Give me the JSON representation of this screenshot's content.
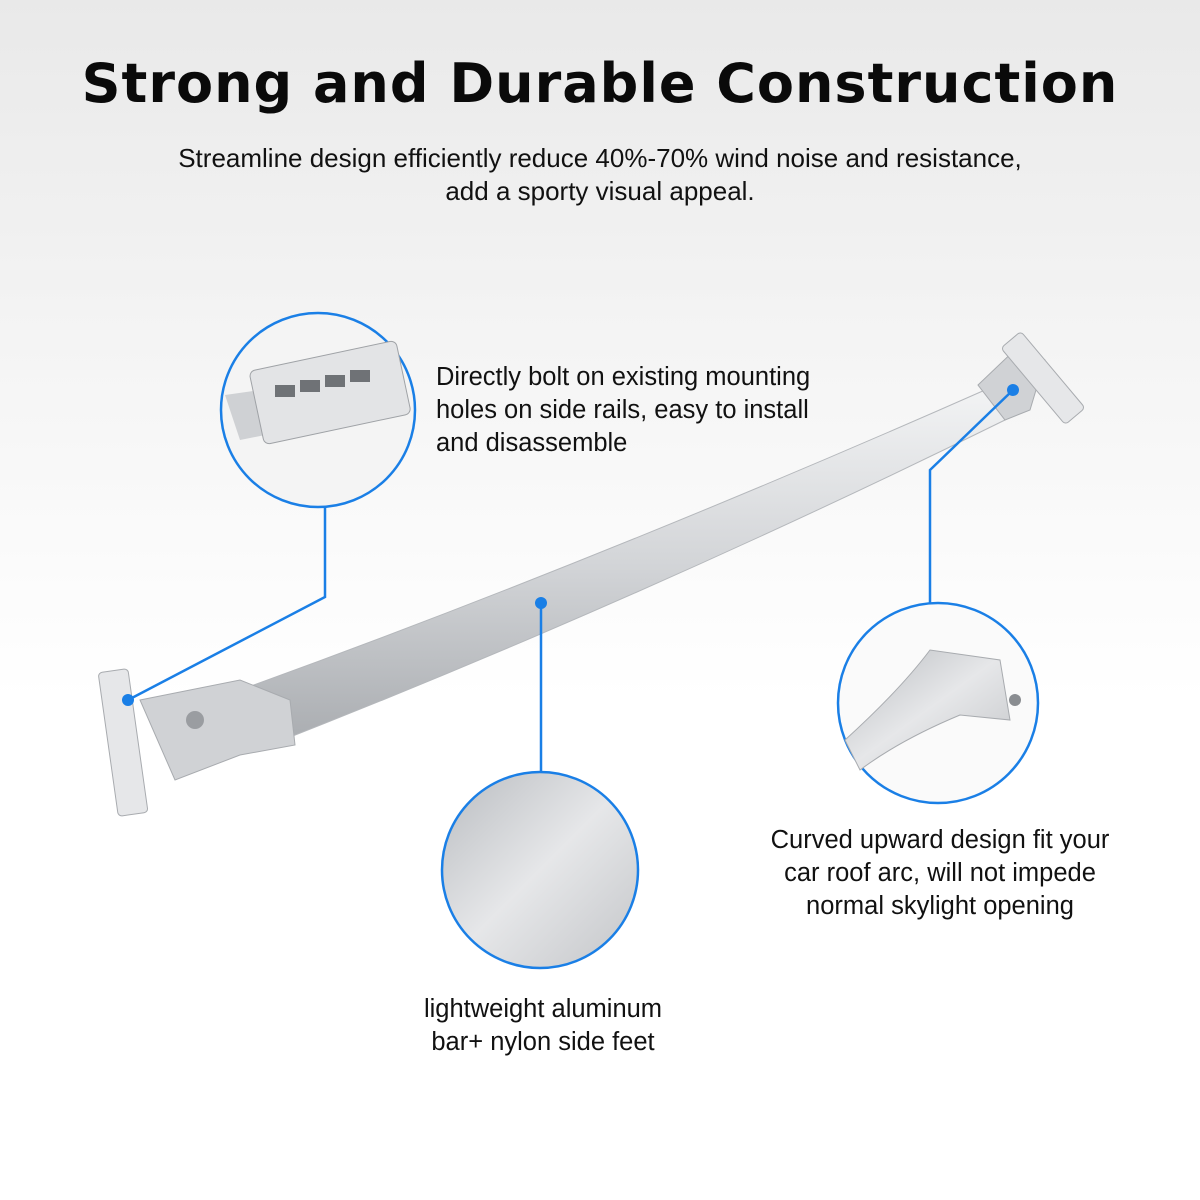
{
  "header": {
    "title": "Strong and Durable Construction",
    "subtitle_line1": "Streamline design efficiently reduce 40%-70% wind noise and resistance,",
    "subtitle_line2": "add a sporty visual appeal."
  },
  "callouts": {
    "mounting": [
      "Directly bolt on existing mounting",
      "holes on side rails, easy to install",
      "and disassemble"
    ],
    "curved": [
      "Curved upward design fit your",
      "car roof arc, will not impede",
      "normal skylight opening"
    ],
    "material": [
      "lightweight aluminum",
      "bar+ nylon side feet"
    ]
  },
  "colors": {
    "accent": "#1a7fe6",
    "bar": "#d4d6d9"
  }
}
